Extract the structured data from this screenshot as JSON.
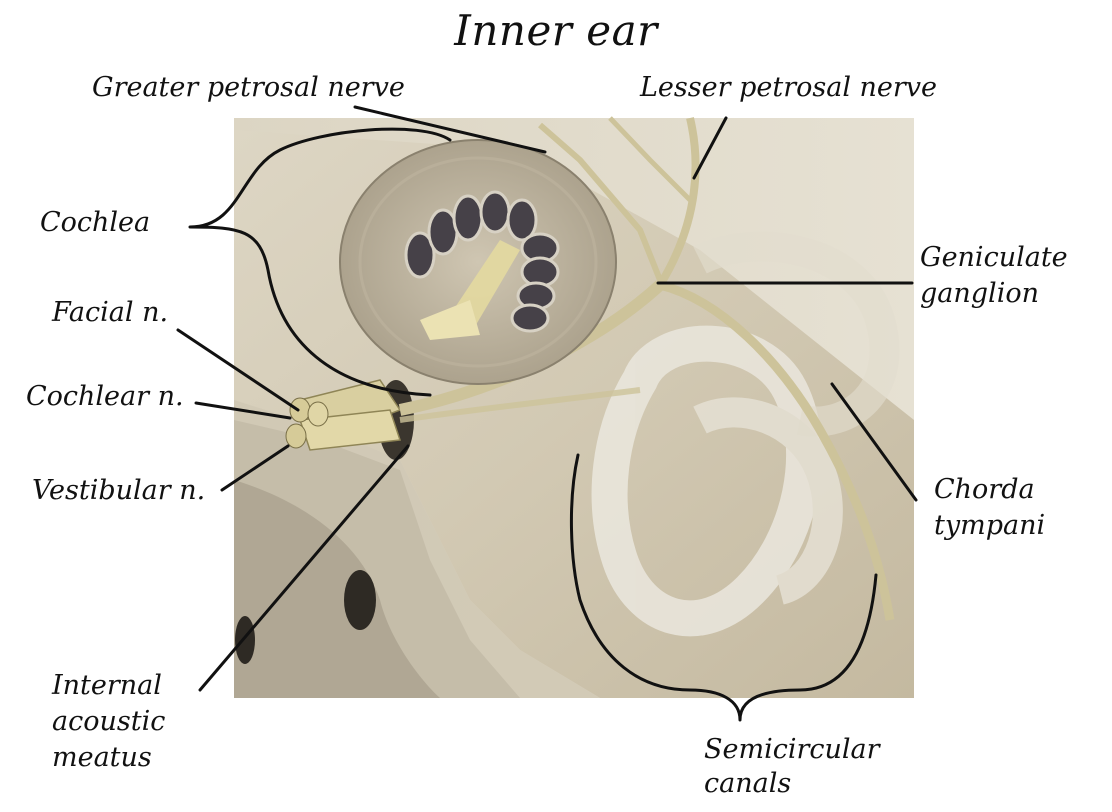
{
  "title": "Inner ear",
  "labels": {
    "greater_petrosal": "Greater petrosal nerve",
    "lesser_petrosal": "Lesser petrosal nerve",
    "cochlea": "Cochlea",
    "geniculate_1": "Geniculate",
    "geniculate_2": "ganglion",
    "facial": "Facial n.",
    "cochlear": "Cochlear n.",
    "vestibular": "Vestibular n.",
    "chorda_1": "Chorda",
    "chorda_2": "tympani",
    "meatus_1": "Internal",
    "meatus_2": "acoustic",
    "meatus_3": "meatus",
    "semicircular_1": "Semicircular",
    "semicircular_2": "canals"
  }
}
